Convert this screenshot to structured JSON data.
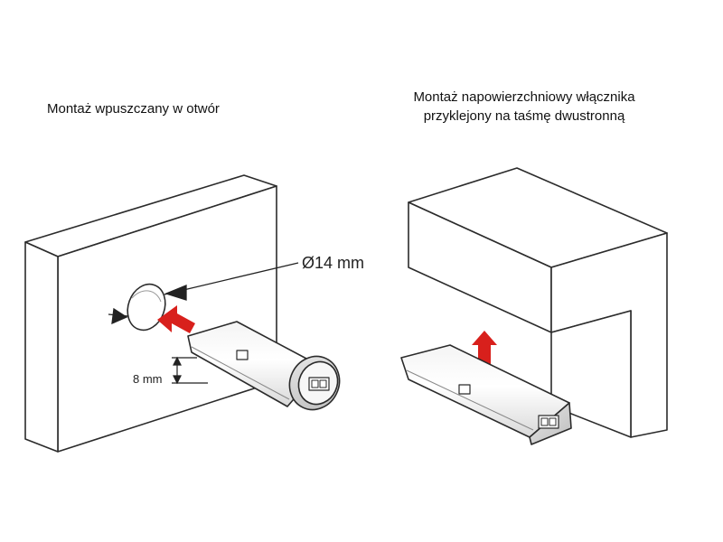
{
  "left_panel": {
    "title": "Montaż wpuszczany w otwór",
    "diameter_label": "Ø14 mm",
    "offset_label": "8 mm"
  },
  "right_panel": {
    "title_line1": "Montaż napowierzchniowy włącznika",
    "title_line2": "przyklejony na taśmę dwustronną"
  },
  "colors": {
    "arrow": "#d8201c",
    "line": "#2b2b2b",
    "panel_bg": "#ffffff"
  }
}
